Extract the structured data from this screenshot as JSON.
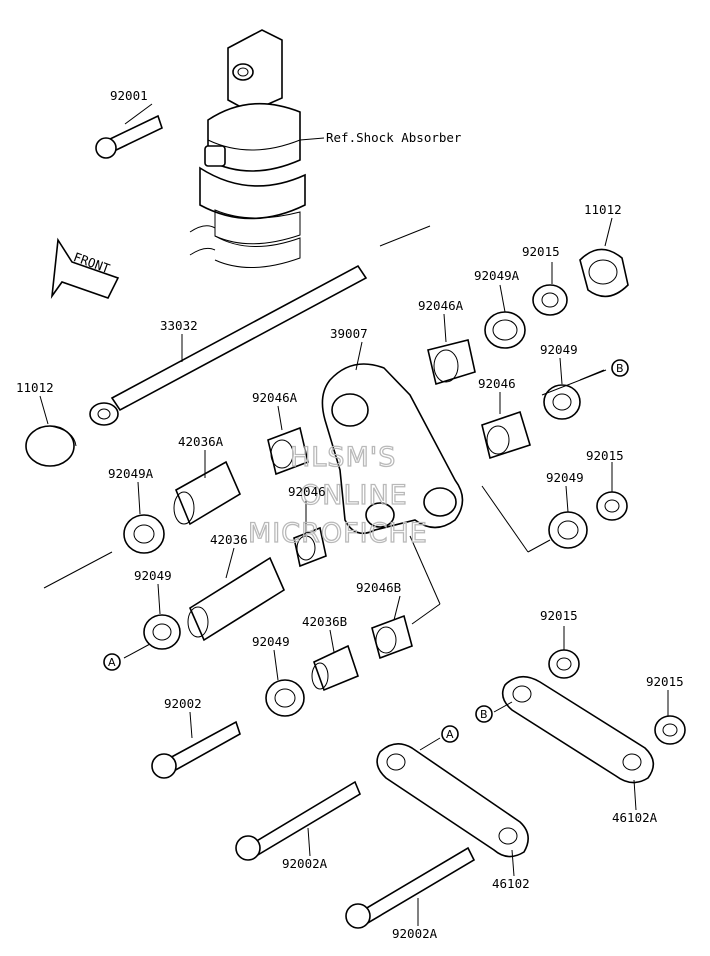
{
  "labels": {
    "p92001": "92001",
    "ref_shock": "Ref.Shock Absorber",
    "p11012_top": "11012",
    "p92015_a": "92015",
    "p92049a_top": "92049A",
    "p92046a_top": "92046A",
    "p39007": "39007",
    "p33032": "33032",
    "p92049_b": "92049",
    "p92046": "92046",
    "p11012_left": "11012",
    "p92046a_mid": "92046A",
    "p42036a": "42036A",
    "p92046_mid": "92046",
    "p92049_c": "92049",
    "p92015_b": "92015",
    "p92049a_left": "92049A",
    "p42036": "42036",
    "p92049_left": "92049",
    "p92046b": "92046B",
    "p42036b": "42036B",
    "p92049_d": "92049",
    "p92015_c": "92015",
    "p92015_d": "92015",
    "p92002": "92002",
    "p92002a_a": "92002A",
    "p46102": "46102",
    "p46102a": "46102A",
    "p92002a_b": "92002A"
  },
  "front_label": "FRONT",
  "callouts": {
    "a": "A",
    "b": "B"
  },
  "watermark": [
    "HLSM'S",
    "ONLINE",
    "MICROFICHE"
  ]
}
